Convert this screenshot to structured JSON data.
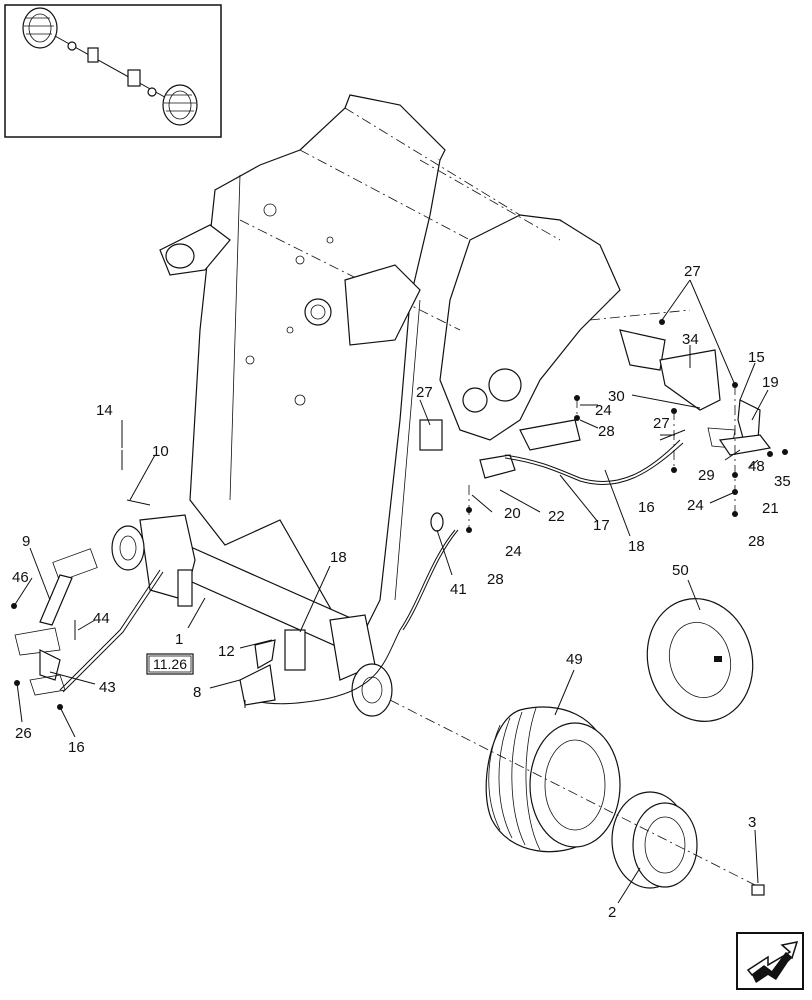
{
  "diagram": {
    "callouts": {
      "c1": "1",
      "c2": "2",
      "c3": "3",
      "c8": "8",
      "c9": "9",
      "c10": "10",
      "c12": "12",
      "c14": "14",
      "c15": "15",
      "c16a": "16",
      "c16b": "16",
      "c17": "17",
      "c18a": "18",
      "c18b": "18",
      "c19": "19",
      "c20": "20",
      "c21": "21",
      "c22": "22",
      "c24a": "24",
      "c24b": "24",
      "c24c": "24",
      "c26": "26",
      "c27a": "27",
      "c27b": "27",
      "c27c": "27",
      "c28a": "28",
      "c28b": "28",
      "c28c": "28",
      "c29": "29",
      "c30": "30",
      "c34": "34",
      "c35": "35",
      "c41": "41",
      "c43": "43",
      "c44": "44",
      "c46": "46",
      "c48": "48",
      "c49": "49",
      "c50": "50"
    },
    "reference_box": "11.26",
    "icons": {
      "inset": "axle-assembly-thumbnail-icon",
      "nav": "next-page-arrow-icon"
    }
  }
}
